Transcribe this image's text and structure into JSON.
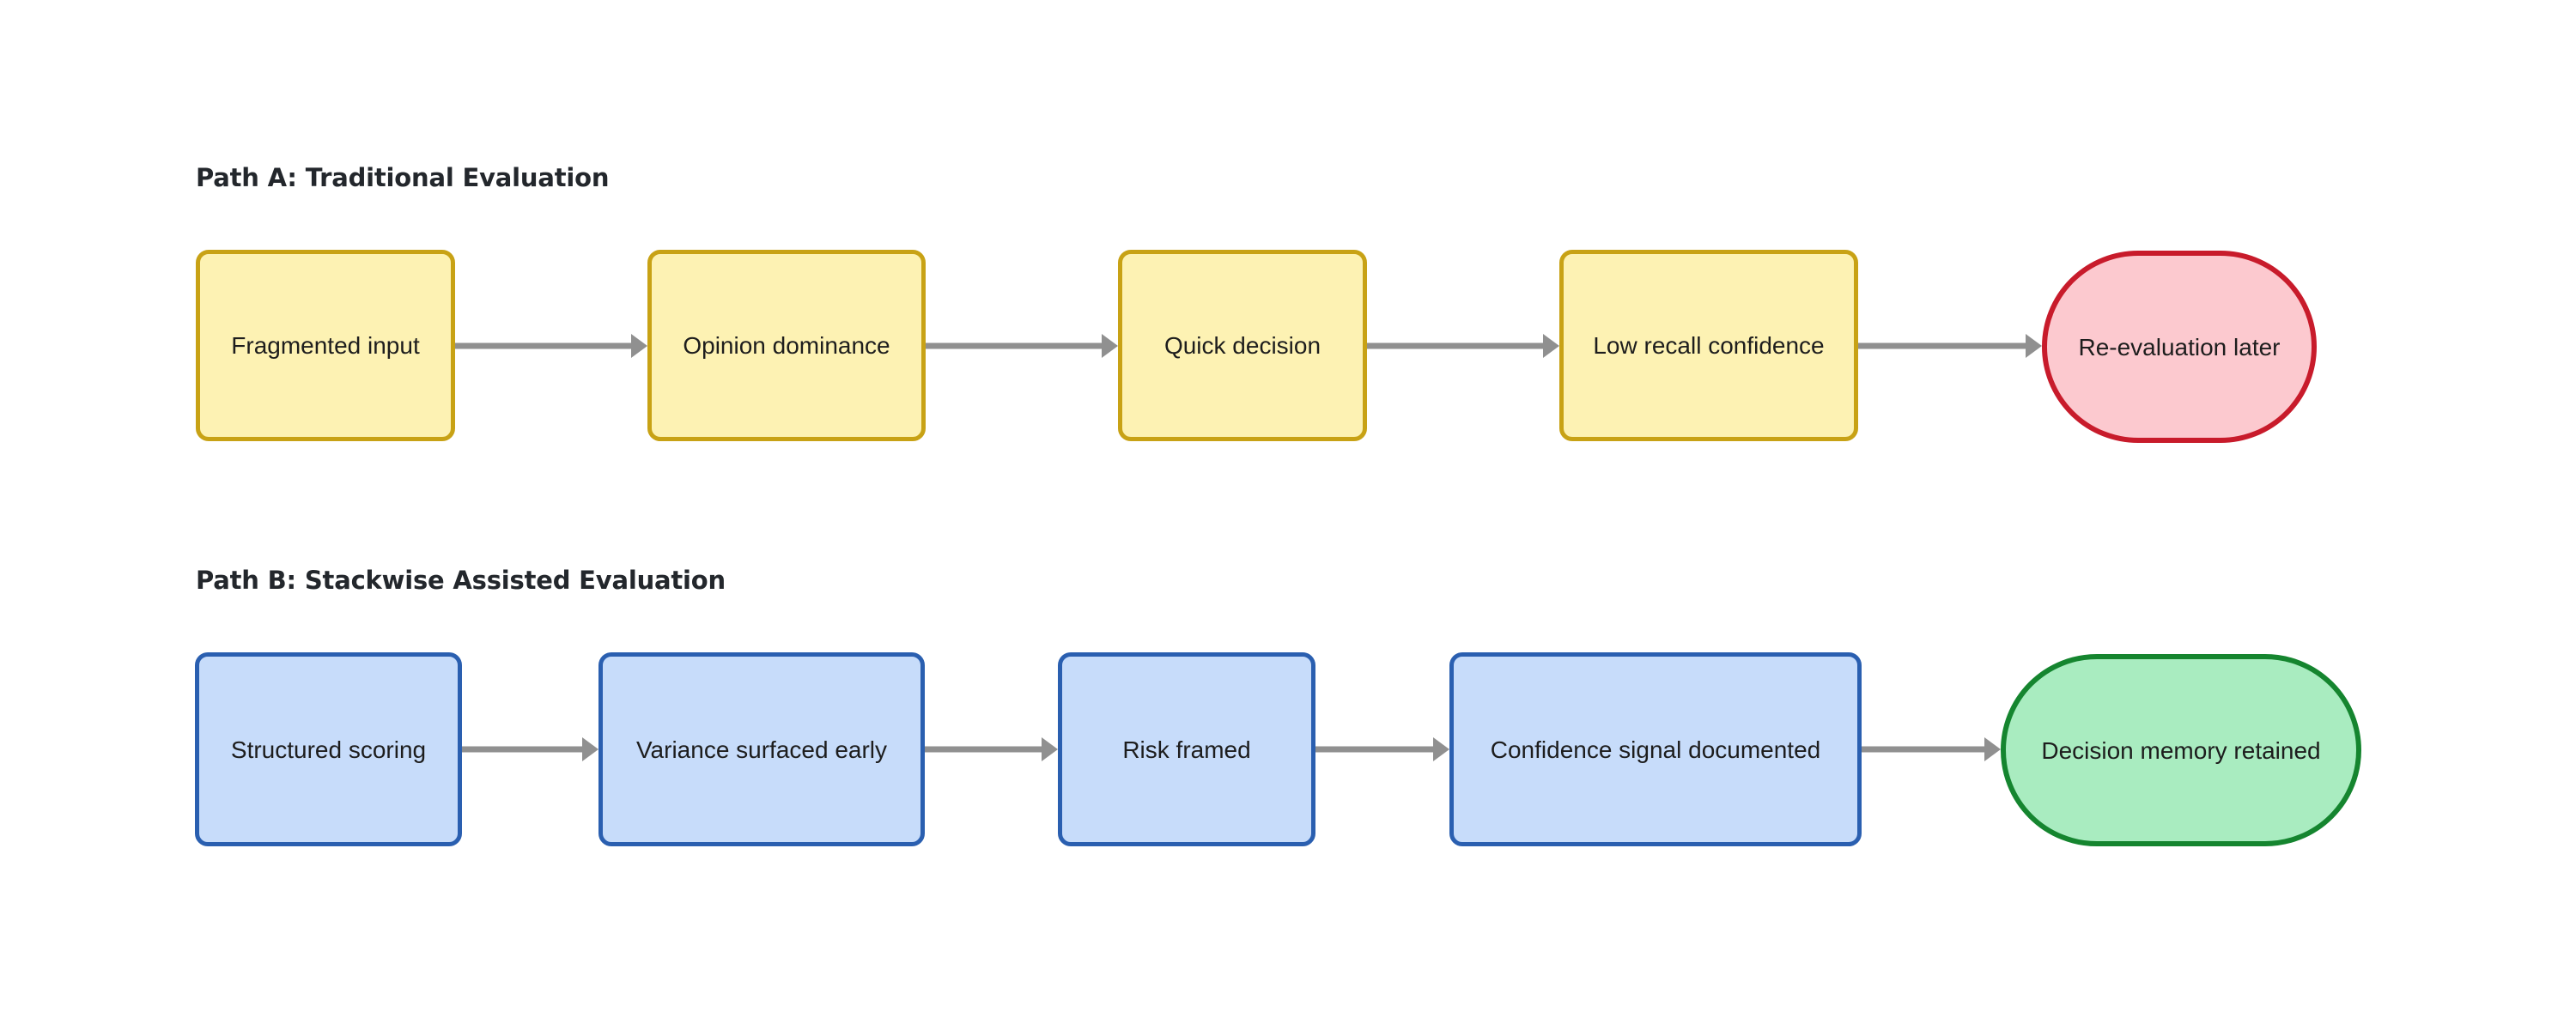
{
  "diagram": {
    "title_a": "Path A: Traditional Evaluation",
    "title_b": "Path B: Stackwise Assisted Evaluation",
    "colors": {
      "process_yellow_fill": "#fdf2b3",
      "process_yellow_stroke": "#c8a215",
      "process_blue_fill": "#c7dcfa",
      "process_blue_stroke": "#2a5fb0",
      "terminal_red_fill": "#fcc9cf",
      "terminal_red_stroke": "#c81b2b",
      "terminal_green_fill": "#a9ecc0",
      "terminal_green_stroke": "#15852f",
      "arrow": "#909090",
      "heading_text": "#23272c",
      "node_text": "#1d1d1d",
      "background": "#ffffff"
    },
    "path_a": {
      "heading": "Path A: Traditional Evaluation",
      "nodes": [
        {
          "label": "Fragmented input",
          "shape": "process",
          "color": "yellow"
        },
        {
          "label": "Opinion dominance",
          "shape": "process",
          "color": "yellow"
        },
        {
          "label": "Quick decision",
          "shape": "process",
          "color": "yellow"
        },
        {
          "label": "Low recall confidence",
          "shape": "process",
          "color": "yellow"
        },
        {
          "label": "Re-evaluation later",
          "shape": "terminal",
          "color": "red"
        }
      ]
    },
    "path_b": {
      "heading": "Path B: Stackwise Assisted Evaluation",
      "nodes": [
        {
          "label": "Structured scoring",
          "shape": "process",
          "color": "blue"
        },
        {
          "label": "Variance surfaced early",
          "shape": "process",
          "color": "blue"
        },
        {
          "label": "Risk framed",
          "shape": "process",
          "color": "blue"
        },
        {
          "label": "Confidence signal documented",
          "shape": "process",
          "color": "blue"
        },
        {
          "label": "Decision memory retained",
          "shape": "terminal",
          "color": "green"
        }
      ]
    }
  }
}
